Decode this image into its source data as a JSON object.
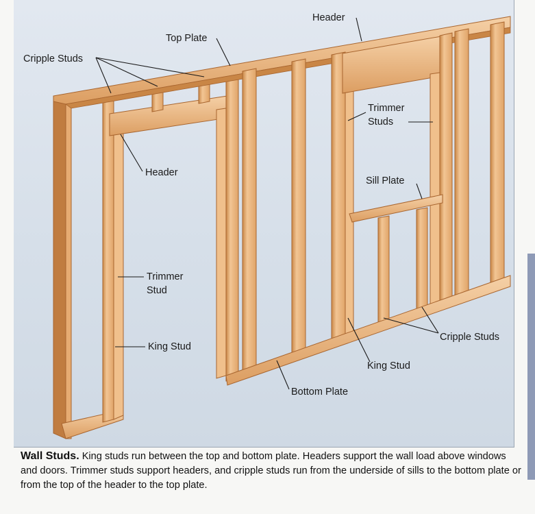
{
  "labels": {
    "top_plate": "Top Plate",
    "header_top": "Header",
    "cripple_studs_top": "Cripple Studs",
    "header_door": "Header",
    "trimmer_studs_line1": "Trimmer",
    "trimmer_studs_line2": "Studs",
    "sill_plate": "Sill Plate",
    "trimmer_stud_line1": "Trimmer",
    "trimmer_stud_line2": "Stud",
    "king_stud_left": "King Stud",
    "cripple_studs_right": "Cripple Studs",
    "king_stud_right": "King Stud",
    "bottom_plate": "Bottom Plate"
  },
  "caption": {
    "title": "Wall Studs.",
    "text": " King studs run between the top and bottom plate. Headers support the wall load above windows and doors. Trimmer studs support headers, and cripple studs run from the underside of sills to the bottom plate or from the top of the header to the top plate."
  },
  "colors": {
    "wood_face": "#e9b27a",
    "wood_light": "#f4ccA0",
    "wood_edge": "#b9763f",
    "background": "#d9e1ea"
  }
}
